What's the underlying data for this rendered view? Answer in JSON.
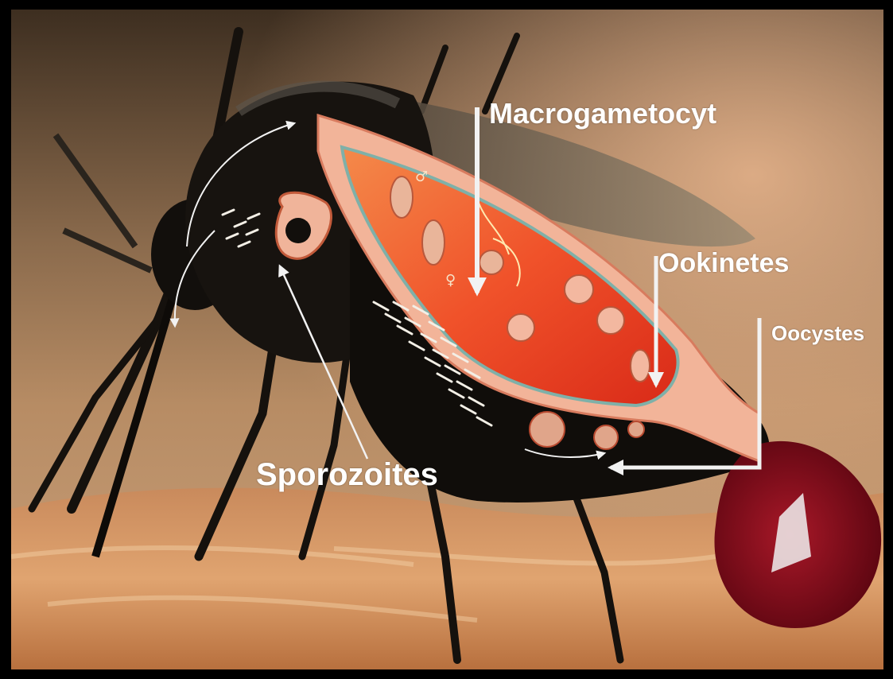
{
  "labels": {
    "macrogametocyte": "Macrogametocyt",
    "ookinetes": "Ookinetes",
    "oocystes": "Oocystes",
    "sporozoites": "Sporozoites"
  },
  "symbols": {
    "male": "♂",
    "female": "♀"
  },
  "colors": {
    "label_text": "#ffffff",
    "arrows": "#f2f2f2",
    "midgut_fill": "#ef4a22",
    "midgut_wall": "#f3b79c",
    "blood": "#8e0a18",
    "skin": "#d98a55",
    "frame": "#000000"
  }
}
